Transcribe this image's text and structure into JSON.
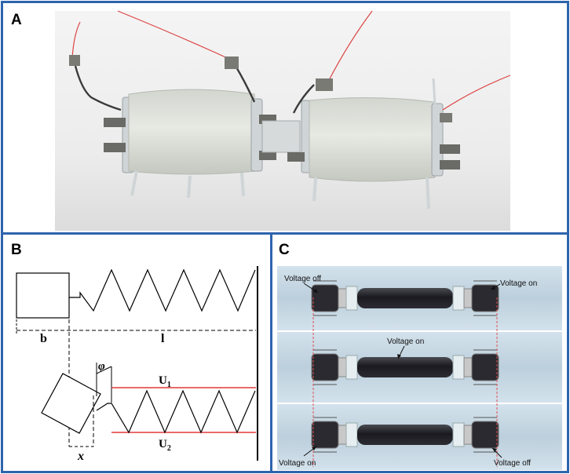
{
  "panels": {
    "a": {
      "label": "A"
    },
    "b": {
      "label": "B",
      "dimension_b": "b",
      "dimension_l": "l",
      "angle_symbol": "φ",
      "displacement_symbol": "x",
      "u1_base": "U",
      "u1_sub": "1",
      "u2_base": "U",
      "u2_sub": "2"
    },
    "c": {
      "label": "C",
      "row1": {
        "left": "Voltage off",
        "right": "Voltage on"
      },
      "row2": {
        "center": "Voltage on"
      },
      "row3": {
        "left": "Voltage on",
        "right": "Voltage off"
      }
    }
  },
  "colors": {
    "frame_border": "#2e64ad",
    "electrode_line": "#e03a3a",
    "guide_line": "#e05050",
    "hex_tube": "#e7e7e2",
    "elastomer_tube": "#1d1d22",
    "backdrop": "#c9dbe8"
  }
}
